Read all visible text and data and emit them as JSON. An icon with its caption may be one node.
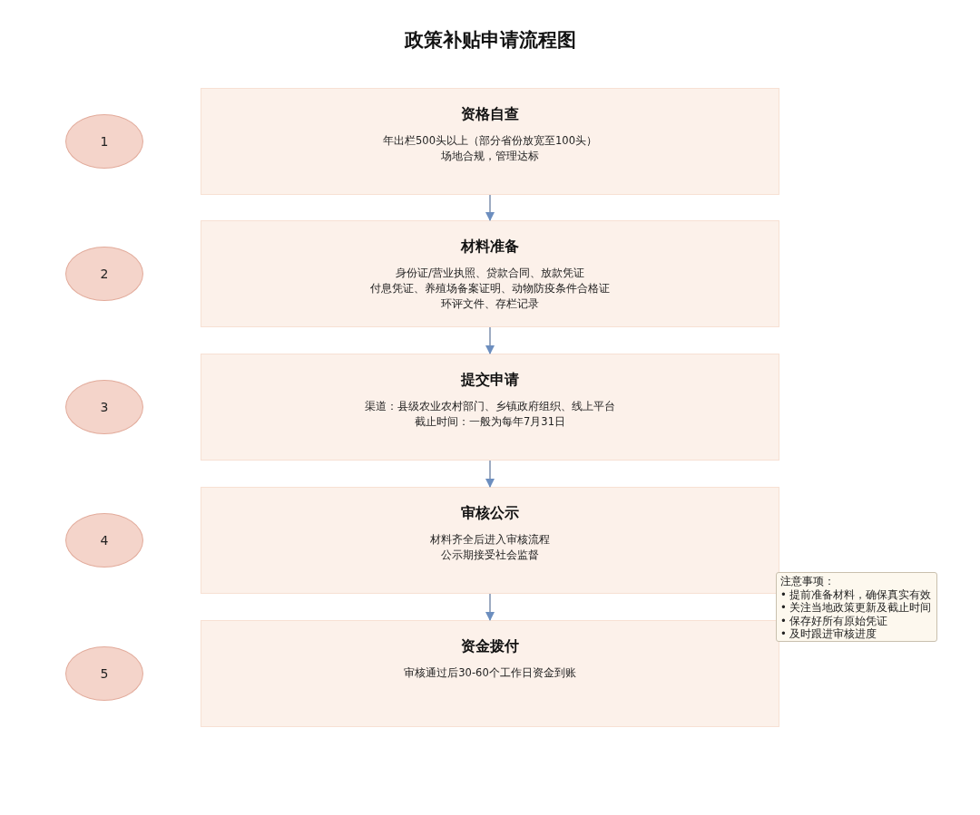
{
  "diagram": {
    "title": "政策补贴申请流程图",
    "nodes": [
      {
        "text": [
          "1"
        ]
      },
      {
        "text": [
          "资格自查",
          "年出栏500头以上（部分省份放宽至100头）",
          "场地合规，管理达标"
        ]
      },
      {
        "text": [
          "2"
        ]
      },
      {
        "text": [
          "材料准备",
          "身份证/营业执照、贷款合同、放款凭证",
          "付息凭证、养殖场备案证明、动物防疫条件合格证",
          "环评文件、存栏记录"
        ]
      },
      {
        "text": [
          "3"
        ]
      },
      {
        "text": [
          "提交申请",
          "渠道：县级农业农村部门、乡镇政府组织、线上平台",
          "截止时间：一般为每年7月31日"
        ]
      },
      {
        "text": [
          "4"
        ]
      },
      {
        "text": [
          "审核公示",
          "材料齐全后进入审核流程",
          "公示期接受社会监督"
        ]
      },
      {
        "text": [
          "5"
        ]
      },
      {
        "text": [
          "资金拨付",
          "审核通过后30-60个工作日资金到账"
        ]
      },
      {
        "text": [
          "注意事项：",
          "• 提前准备材料，确保真实有效",
          "• 关注当地政策更新及截止时间",
          "• 保存好所有原始凭证",
          "• 及时跟进审核进度"
        ]
      }
    ],
    "edges": [
      {
        "from": 1,
        "to": 3,
        "arrow": "to"
      },
      {
        "from": 3,
        "to": 5,
        "arrow": "to"
      },
      {
        "from": 5,
        "to": 7,
        "arrow": "to"
      },
      {
        "from": 7,
        "to": 9,
        "arrow": "to"
      }
    ]
  }
}
